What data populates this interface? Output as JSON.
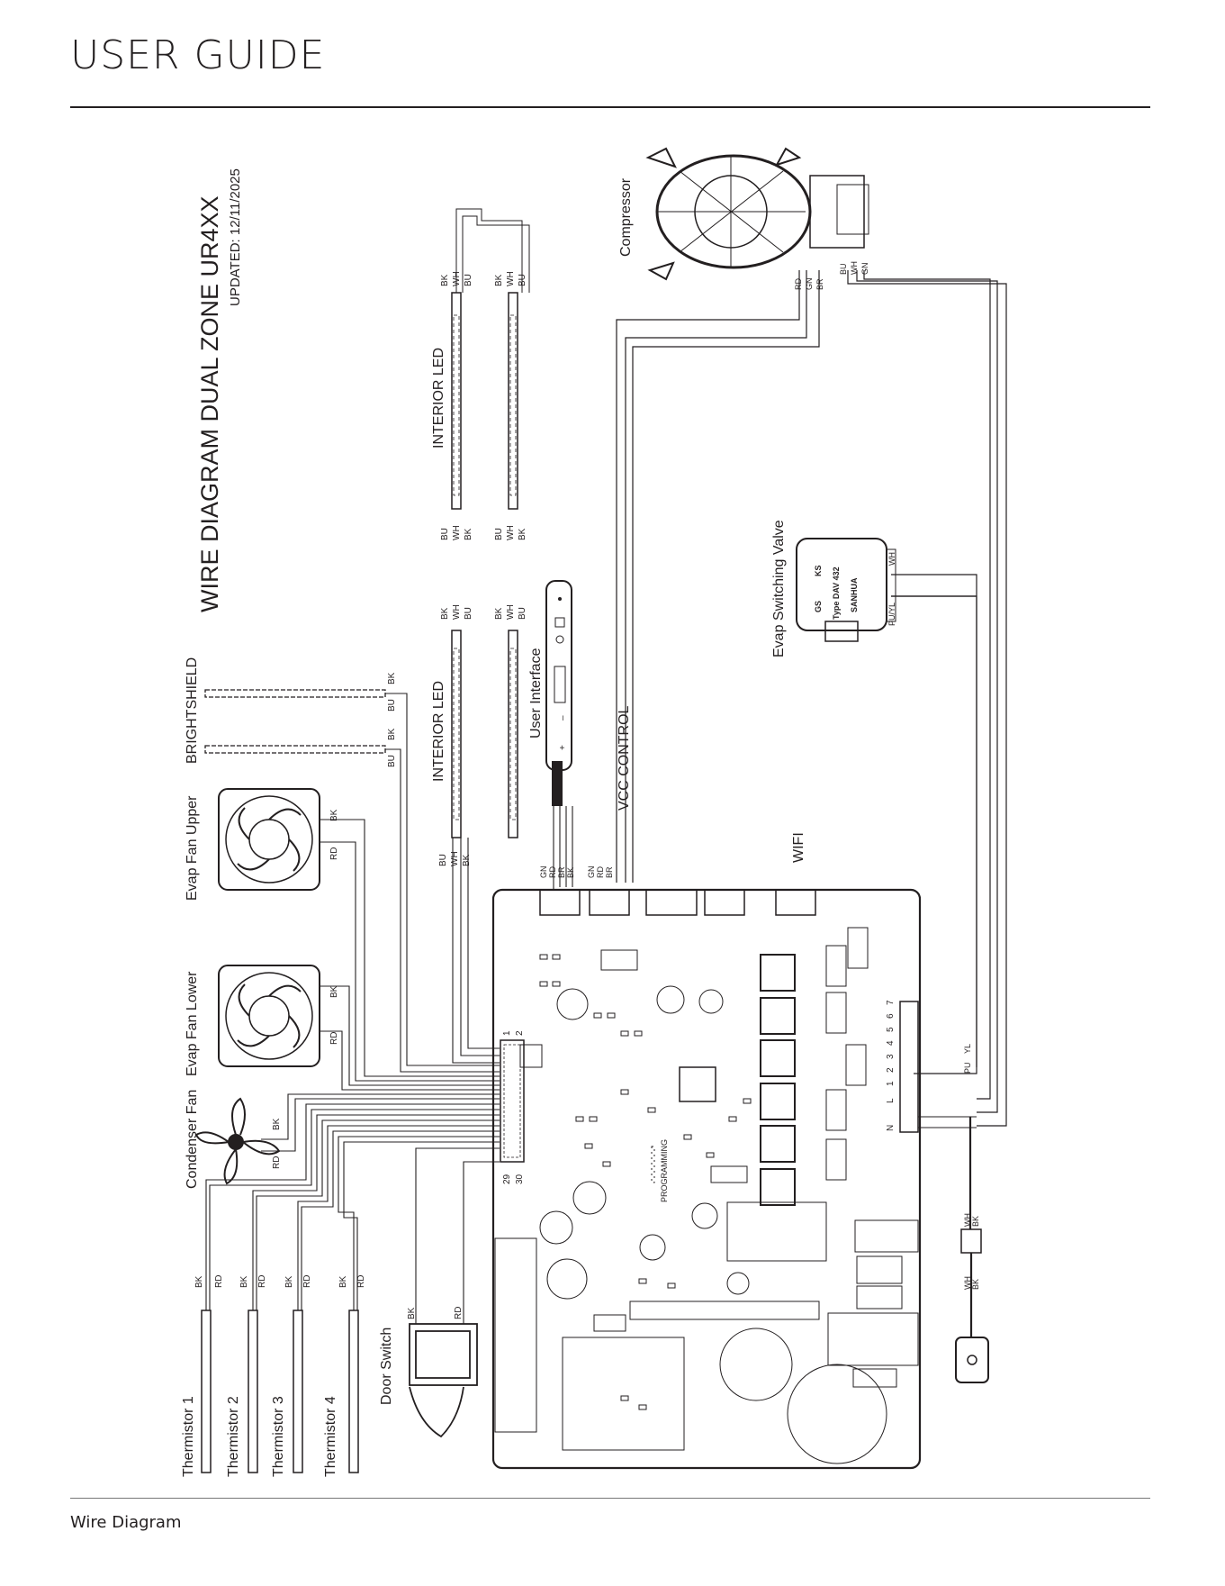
{
  "header": {
    "title": "USER GUIDE"
  },
  "footer": {
    "label": "Wire Diagram"
  },
  "diagram": {
    "title": "WIRE DIAGRAM DUAL ZONE UR4XX",
    "updated": "UPDATED: 12/11/2025",
    "components": {
      "compressor": "Compressor",
      "evap_valve": "Evap Switching Valve",
      "user_interface": "User Interface",
      "vcc_control": "VCC CONTROL",
      "wifi": "WIFI",
      "interior_led_upper": "INTERIOR LED",
      "interior_led_lower": "INTERIOR LED",
      "brightshield": "BRIGHTSHIELD",
      "evap_fan_upper": "Evap Fan Upper",
      "evap_fan_lower": "Evap Fan Lower",
      "condenser_fan": "Condenser Fan",
      "door_switch": "Door Switch",
      "programming": "PROGRAMMING",
      "thermistors": [
        "Thermistor 1",
        "Thermistor 2",
        "Thermistor 3",
        "Thermistor 4"
      ]
    },
    "valve_text": {
      "line1": "GS",
      "line2": "KS",
      "line3": "Type DAV 432",
      "line4": "SANHUA"
    },
    "wire_codes": {
      "bk": "BK",
      "rd": "RD",
      "wh": "WH",
      "bu": "BU",
      "gn": "GN",
      "br": "BR",
      "puyl": "PU/YL",
      "pu": "PU",
      "yl": "YL"
    },
    "ui_controls": {
      "plus": "+",
      "minus": "–"
    },
    "terminals": [
      "N",
      "L",
      "1",
      "2",
      "3",
      "4",
      "5",
      "6",
      "7"
    ],
    "connector_pins": {
      "p1": "1",
      "p2": "2",
      "p29": "29",
      "p30": "30"
    }
  },
  "colors": {
    "ink": "#231f20"
  }
}
